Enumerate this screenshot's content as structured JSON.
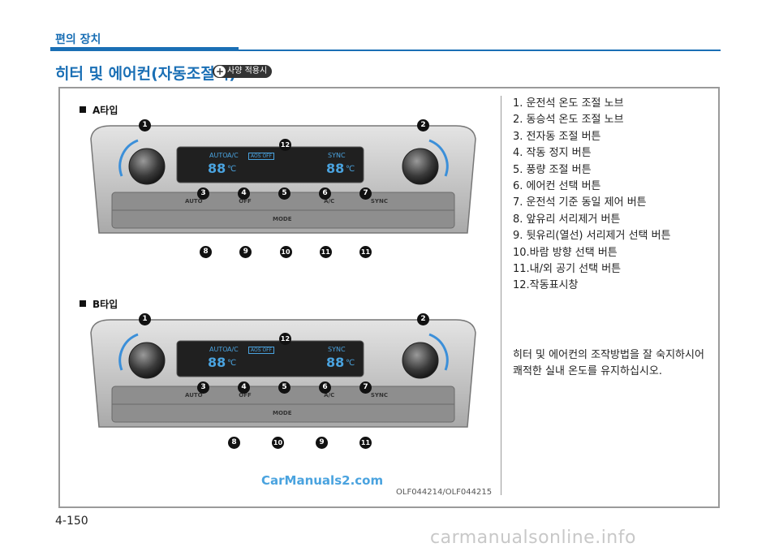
{
  "header": {
    "section": "편의 장치"
  },
  "title": "히터 및 에어컨(자동조절식)",
  "option_badge": "사양 적용시",
  "figures": [
    {
      "label": "A타입",
      "panel": {
        "display": {
          "auto": "AUTO",
          "ac": "A/C",
          "aos": "AOS OFF",
          "sync": "SYNC",
          "temp": "88",
          "unit": "℃"
        },
        "top_buttons": [
          "AUTO",
          "OFF",
          "",
          "A/C",
          "SYNC"
        ],
        "bottom_buttons": [
          "",
          "",
          "MODE",
          "",
          ""
        ],
        "callouts_top": [
          "1",
          "2",
          "12"
        ],
        "callouts_mid": [
          "3",
          "4",
          "5",
          "6",
          "7"
        ],
        "callouts_bottom": [
          "8",
          "9",
          "10",
          "11",
          "11"
        ]
      }
    },
    {
      "label": "B타입",
      "panel": {
        "display": {
          "auto": "AUTO",
          "ac": "A/C",
          "aos": "AOS OFF",
          "sync": "SYNC",
          "temp": "88",
          "unit": "℃"
        },
        "top_buttons": [
          "AUTO",
          "OFF",
          "",
          "A/C",
          "SYNC"
        ],
        "bottom_buttons": [
          "",
          "",
          "MODE",
          "",
          ""
        ],
        "callouts_top": [
          "1",
          "2",
          "12"
        ],
        "callouts_mid": [
          "3",
          "4",
          "5",
          "6",
          "7"
        ],
        "callouts_bottom": [
          "8",
          "10",
          "9",
          "11"
        ]
      }
    }
  ],
  "list": [
    "1.  운전석 온도 조절 노브",
    "2.  동승석 온도 조절 노브",
    "3.  전자동 조절 버튼",
    "4.  작동 정지 버튼",
    "5.  풍량 조절 버튼",
    "6.  에어컨 선택 버튼",
    "7.  운전석 기준 동일 제어 버튼",
    "8.  앞유리 서리제거 버튼",
    "9.  뒷유리(열선) 서리제거 선택 버튼",
    "10.바람 방향 선택 버튼",
    "11.내/외 공기 선택 버튼",
    "12.작동표시창"
  ],
  "description": [
    "히터 및 에어컨의 조작방법을 잘 숙지하시어",
    "쾌적한 실내 온도를 유지하십시오."
  ],
  "watermark": "CarManuals2.com",
  "caption": "OLF044214/OLF044215",
  "page_number": "4-150",
  "footer_watermark": "carmanualsonline.info"
}
